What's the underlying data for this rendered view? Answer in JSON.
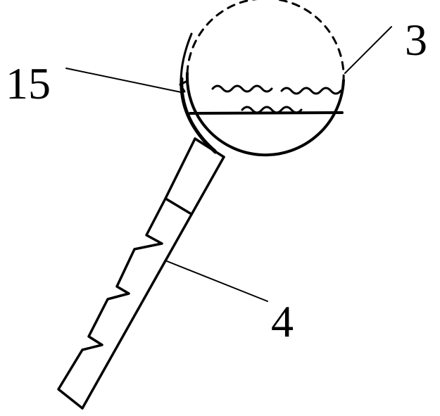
{
  "labels": {
    "part_3": "3",
    "part_15": "15",
    "part_4": "4"
  },
  "colors": {
    "stroke": "#000000",
    "background": "#ffffff"
  }
}
